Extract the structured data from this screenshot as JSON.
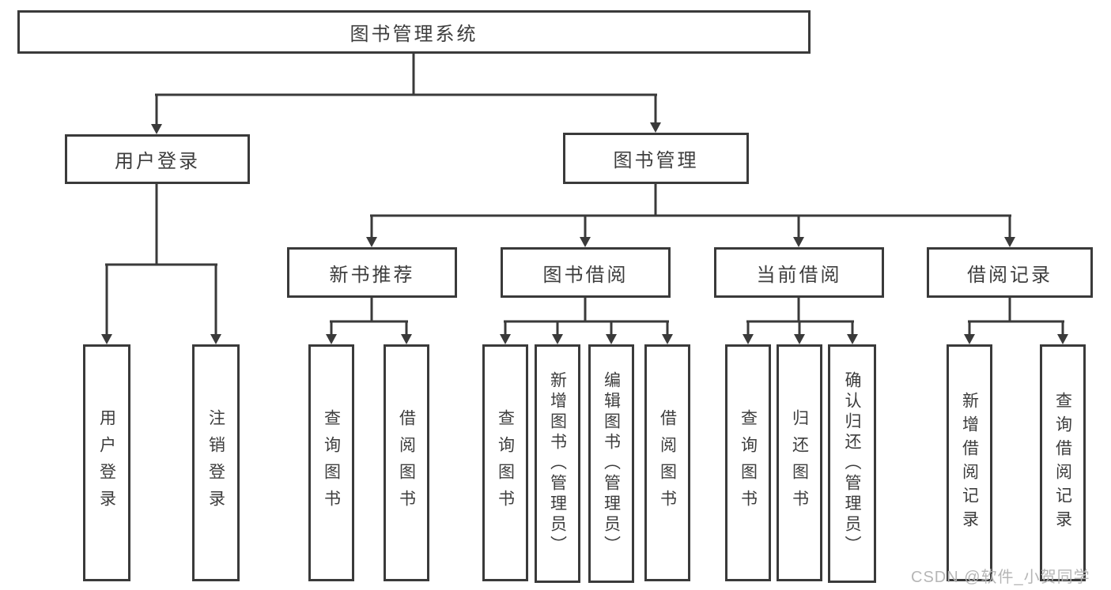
{
  "diagram_type": "hierarchy-tree",
  "colors": {
    "line": "#3a3a3a",
    "box_border": "#3a3a3a",
    "text": "#3d3d3d",
    "background": "#ffffff",
    "watermark": "#b2b2b2"
  },
  "tree": {
    "label": "图书管理系统",
    "children": [
      {
        "label": "用户登录",
        "children": [
          {
            "label": "用户登录"
          },
          {
            "label": "注销登录"
          }
        ]
      },
      {
        "label": "图书管理",
        "children": [
          {
            "label": "新书推荐",
            "children": [
              {
                "label": "查询图书"
              },
              {
                "label": "借阅图书"
              }
            ]
          },
          {
            "label": "图书借阅",
            "children": [
              {
                "label": "查询图书"
              },
              {
                "label": "新增图书（管理员）"
              },
              {
                "label": "编辑图书（管理员）"
              },
              {
                "label": "借阅图书"
              }
            ]
          },
          {
            "label": "当前借阅",
            "children": [
              {
                "label": "查询图书"
              },
              {
                "label": "归还图书"
              },
              {
                "label": "确认归还（管理员）"
              }
            ]
          },
          {
            "label": "借阅记录",
            "children": [
              {
                "label": "新增借阅记录"
              },
              {
                "label": "查询借阅记录"
              }
            ]
          }
        ]
      }
    ]
  },
  "watermark": "CSDN @软件_小贺同学"
}
